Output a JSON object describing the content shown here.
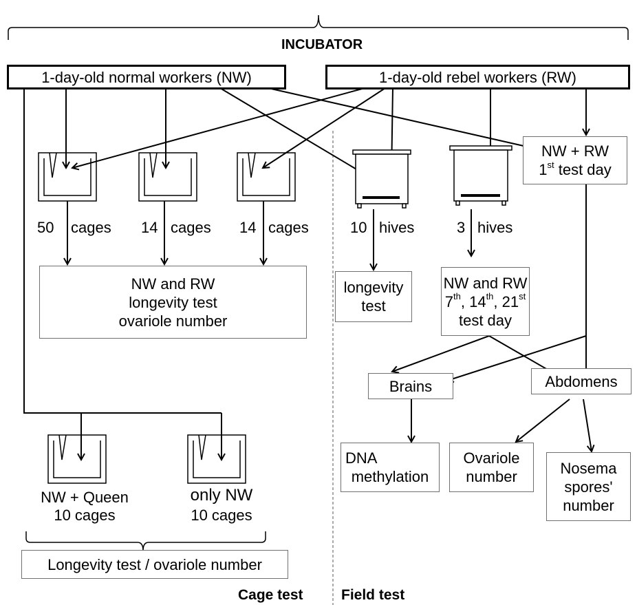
{
  "incubator_label": "INCUBATOR",
  "sources": {
    "normal_workers": "1-day-old normal workers (NW)",
    "rebel_workers": "1-day-old rebel workers (RW)"
  },
  "cage_groups": [
    {
      "count": "50",
      "unit": "cages"
    },
    {
      "count": "14",
      "unit": "cages"
    },
    {
      "count": "14",
      "unit": "cages"
    }
  ],
  "hive_groups": [
    {
      "count": "10",
      "unit": "hives"
    },
    {
      "count": "3",
      "unit": "hives"
    }
  ],
  "boxes": {
    "cage_result": [
      "NW and RW",
      "longevity test",
      "ovariole number"
    ],
    "hive_longevity": [
      "longevity",
      "test"
    ],
    "hive_result_line1": "NW and RW",
    "hive_result_days": {
      "d1": "7",
      "s1": "th",
      "d2": "14",
      "s2": "th",
      "d3": "21",
      "s3": "st"
    },
    "hive_result_line3": "test day",
    "first_day_line1": "NW + RW",
    "first_day_num": "1",
    "first_day_sup": "st",
    "first_day_rest": "test day",
    "brains": "Brains",
    "abdomens": "Abdomens",
    "dna": [
      "DNA",
      "methylation"
    ],
    "ovariole": [
      "Ovariole",
      "number"
    ],
    "nosema": [
      "Nosema",
      "spores'",
      "number"
    ],
    "bottom_result": "Longevity test / ovariole number"
  },
  "queen_cages": [
    {
      "label": "NW + Queen",
      "count": "10 cages"
    },
    {
      "label": "only NW",
      "count": "10 cages"
    }
  ],
  "sections": {
    "cage_test": "Cage test",
    "field_test": "Field test"
  },
  "colors": {
    "line": "#000000",
    "box_border": "#6f6f6f",
    "divider": "#555555"
  }
}
